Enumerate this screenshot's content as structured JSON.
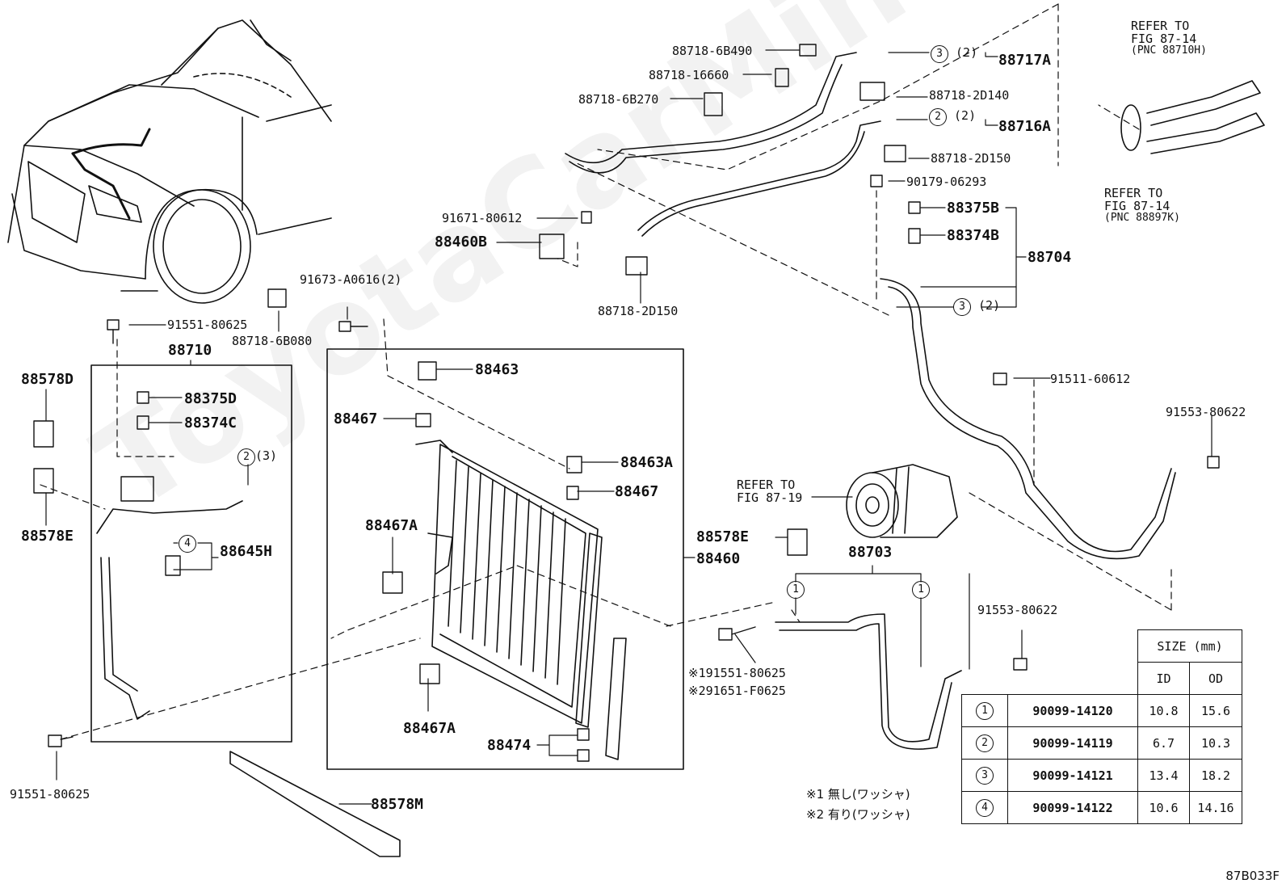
{
  "watermark": "ToyotaCarMine.ru",
  "diagram_code": "87B033F",
  "refer_top_1": [
    "REFER TO",
    "FIG 87-14"
  ],
  "refer_top_1_pnc": "(PNC 88710H)",
  "refer_top_2": [
    "REFER TO",
    "FIG 87-14"
  ],
  "refer_top_2_pnc": "(PNC 88897K)",
  "refer_compressor": [
    "REFER TO",
    "FIG 87-19"
  ],
  "labels": {
    "p88718_6B490": "88718-6B490",
    "p88718_16660": "88718-16660",
    "p88718_6B270": "88718-6B270",
    "p88717A": "88717A",
    "p88717A_ring": "3",
    "p88717A_qty": "(2)",
    "p88718_2D140": "88718-2D140",
    "p88716A": "88716A",
    "p88716A_ring": "2",
    "p88716A_qty": "(2)",
    "p88718_2D150a": "88718-2D150",
    "p90179_06293": "90179-06293",
    "p88375B": "88375B",
    "p88374B": "88374B",
    "p88704": "88704",
    "p88704_ring": "3",
    "p88704_qty": "(2)",
    "p91671_80612": "91671-80612",
    "p88460B": "88460B",
    "p88718_2D150b": "88718-2D150",
    "p91673": "91673-A0616(2)",
    "p91551_a": "91551-80625",
    "p88718_6B080": "88718-6B080",
    "p88710": "88710",
    "p88578D": "88578D",
    "p88375D": "88375D",
    "p88374C": "88374C",
    "p88710_ring": "2",
    "p88710_qty": "(3)",
    "p88578E_a": "88578E",
    "p88645H_ring": "4",
    "p88645H": "88645H",
    "p88463": "88463",
    "p88467_a": "88467",
    "p88463A": "88463A",
    "p88467_b": "88467",
    "p88467A_a": "88467A",
    "p88578E_b": "88578E",
    "p88460": "88460",
    "p88703": "88703",
    "p88703_ring_l": "1",
    "p88703_ring_r": "1",
    "p91511_60612": "91511-60612",
    "p91553_a": "91553-80622",
    "p91553_b": "91553-80622",
    "p_star1": "※191551-80625",
    "p_star2": "※291651-F0625",
    "p88467A_b": "88467A",
    "p88474": "88474",
    "p91551_b": "91551-80625",
    "p88578M": "88578M",
    "note1": "※1 無し(ワッシャ)",
    "note2": "※2 有り(ワッシャ)"
  },
  "size_table": {
    "header": "SIZE (mm)",
    "col_id": "ID",
    "col_od": "OD",
    "rows": [
      {
        "ref": "1",
        "part": "90099-14120",
        "id": "10.8",
        "od": "15.6"
      },
      {
        "ref": "2",
        "part": "90099-14119",
        "id": "6.7",
        "od": "10.3"
      },
      {
        "ref": "3",
        "part": "90099-14121",
        "id": "13.4",
        "od": "18.2"
      },
      {
        "ref": "4",
        "part": "90099-14122",
        "id": "10.6",
        "od": "14.16"
      }
    ]
  }
}
